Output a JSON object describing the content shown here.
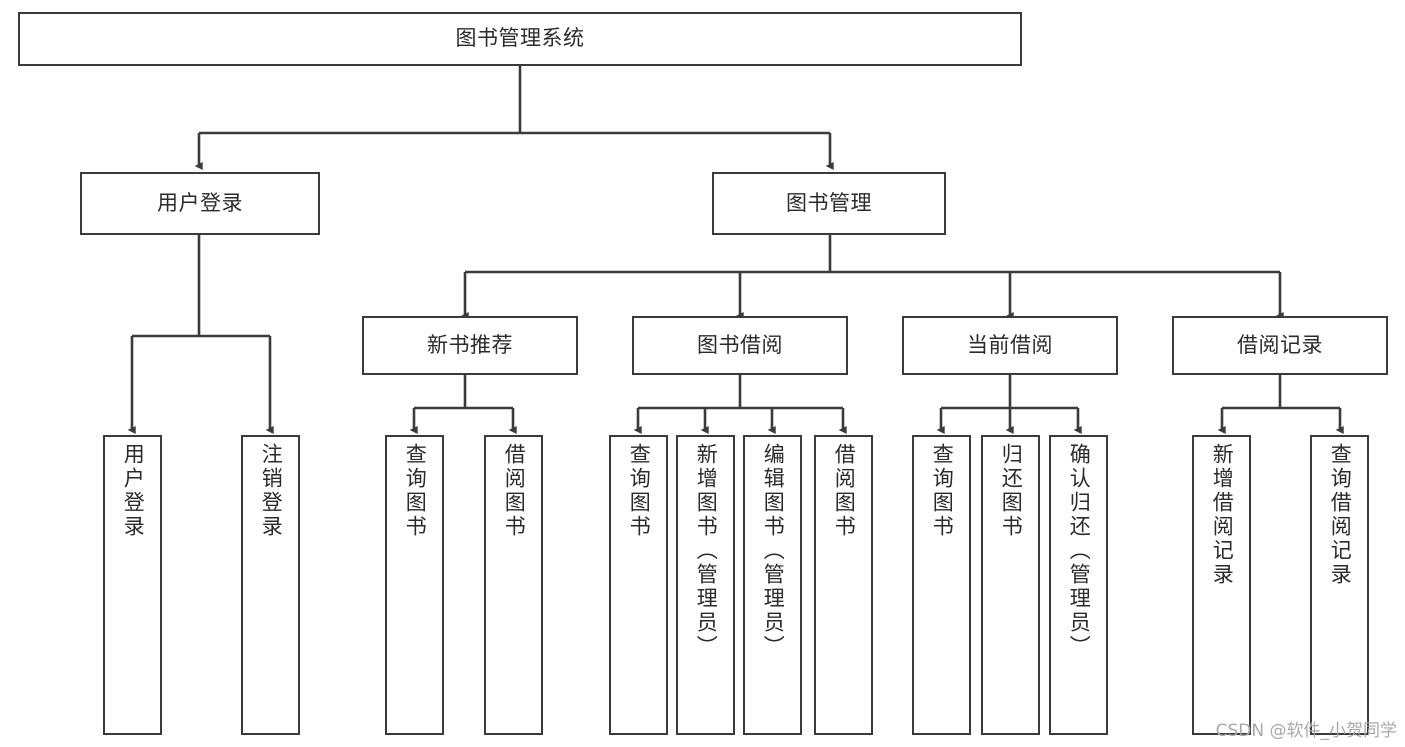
{
  "diagram": {
    "title": "图书管理系统",
    "type": "功能结构图",
    "theme": {
      "stroke": "#3b3b3b",
      "fill": "#ffffff",
      "text": "#2b2b2b",
      "background": "#ffffff",
      "watermark_color": "#a9a9a9"
    },
    "watermark": "CSDN @软件_小贺同学",
    "levels": {
      "root": {
        "id": "root",
        "label": "图书管理系统",
        "orientation": "horizontal"
      },
      "level2": [
        {
          "id": "user-login",
          "label": "用户登录",
          "orientation": "horizontal"
        },
        {
          "id": "book-management",
          "label": "图书管理",
          "orientation": "horizontal"
        }
      ],
      "level3": [
        {
          "id": "new-book-recommend",
          "label": "新书推荐",
          "orientation": "horizontal",
          "parent": "book-management"
        },
        {
          "id": "book-borrow",
          "label": "图书借阅",
          "orientation": "horizontal",
          "parent": "book-management"
        },
        {
          "id": "current-borrow",
          "label": "当前借阅",
          "orientation": "horizontal",
          "parent": "book-management"
        },
        {
          "id": "borrow-record",
          "label": "借阅记录",
          "orientation": "horizontal",
          "parent": "book-management"
        }
      ],
      "leaves": [
        {
          "id": "leaf-user-login",
          "label": "用户登录",
          "orientation": "vertical",
          "parent": "user-login"
        },
        {
          "id": "leaf-logout",
          "label": "注销登录",
          "orientation": "vertical",
          "parent": "user-login"
        },
        {
          "id": "leaf-query-book-1",
          "label": "查询图书",
          "orientation": "vertical",
          "parent": "new-book-recommend"
        },
        {
          "id": "leaf-borrow-book-1",
          "label": "借阅图书",
          "orientation": "vertical",
          "parent": "new-book-recommend"
        },
        {
          "id": "leaf-query-book-2",
          "label": "查询图书",
          "orientation": "vertical",
          "parent": "book-borrow"
        },
        {
          "id": "leaf-add-book",
          "label": "新增图书（管理员）",
          "orientation": "vertical",
          "parent": "book-borrow"
        },
        {
          "id": "leaf-edit-book",
          "label": "编辑图书（管理员）",
          "orientation": "vertical",
          "parent": "book-borrow"
        },
        {
          "id": "leaf-borrow-book-2",
          "label": "借阅图书",
          "orientation": "vertical",
          "parent": "book-borrow"
        },
        {
          "id": "leaf-query-book-3",
          "label": "查询图书",
          "orientation": "vertical",
          "parent": "current-borrow"
        },
        {
          "id": "leaf-return-book",
          "label": "归还图书",
          "orientation": "vertical",
          "parent": "current-borrow"
        },
        {
          "id": "leaf-confirm-return",
          "label": "确认归还（管理员）",
          "orientation": "vertical",
          "parent": "current-borrow"
        },
        {
          "id": "leaf-add-record",
          "label": "新增借阅记录",
          "orientation": "vertical",
          "parent": "borrow-record"
        },
        {
          "id": "leaf-query-record",
          "label": "查询借阅记录",
          "orientation": "vertical",
          "parent": "borrow-record"
        }
      ]
    }
  }
}
